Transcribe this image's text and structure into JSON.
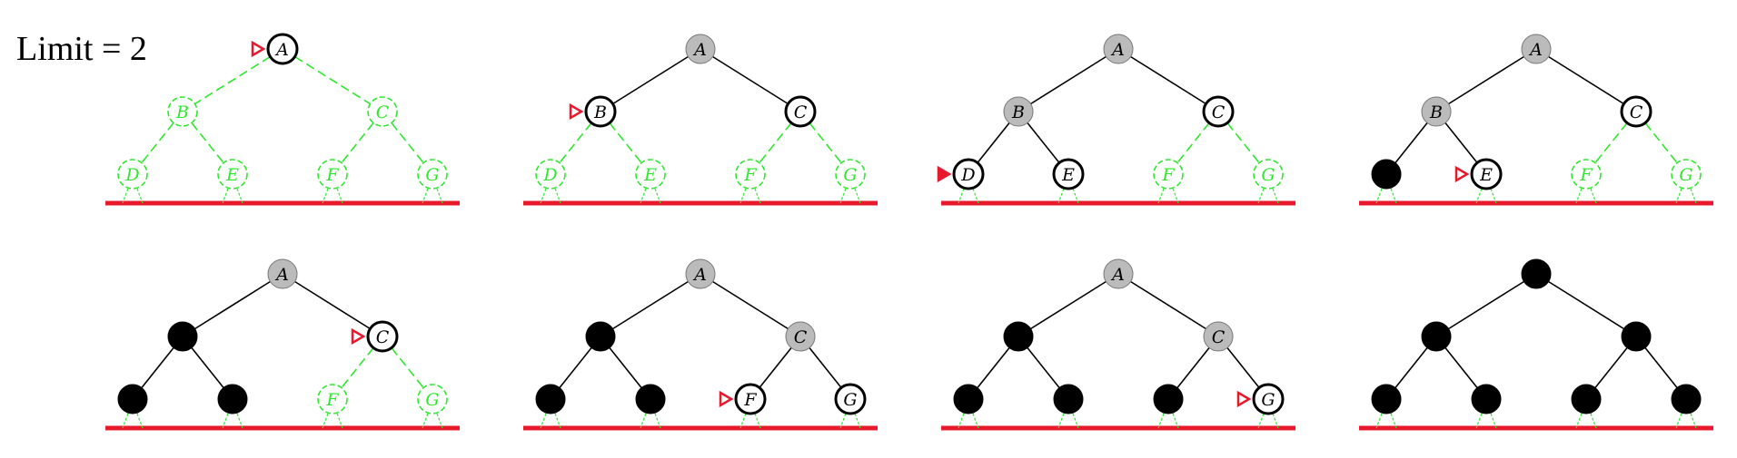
{
  "title": "Limit = 2",
  "colors": {
    "expanded": "#bbbbbb",
    "done": "#000000",
    "frontier": "#ffffff",
    "unseen": "#2ee82e",
    "edge": "#000000",
    "limit_line": "#e8192c",
    "pointer": "#e8192c"
  },
  "tree": {
    "nodes": [
      "A",
      "B",
      "C",
      "D",
      "E",
      "F",
      "G"
    ],
    "edges": [
      [
        "A",
        "B"
      ],
      [
        "A",
        "C"
      ],
      [
        "B",
        "D"
      ],
      [
        "B",
        "E"
      ],
      [
        "C",
        "F"
      ],
      [
        "C",
        "G"
      ]
    ]
  },
  "panels": [
    {
      "pointer": "A",
      "states": {
        "A": "frontier",
        "B": "unseen",
        "C": "unseen",
        "D": "unseen",
        "E": "unseen",
        "F": "unseen",
        "G": "unseen"
      }
    },
    {
      "pointer": "B",
      "states": {
        "A": "expanded",
        "B": "frontier",
        "C": "frontier",
        "D": "unseen",
        "E": "unseen",
        "F": "unseen",
        "G": "unseen"
      }
    },
    {
      "pointer": "D",
      "states": {
        "A": "expanded",
        "B": "expanded",
        "C": "frontier",
        "D": "frontier",
        "E": "frontier",
        "F": "unseen",
        "G": "unseen"
      }
    },
    {
      "pointer": "E",
      "states": {
        "A": "expanded",
        "B": "expanded",
        "C": "frontier",
        "D": "done",
        "E": "frontier",
        "F": "unseen",
        "G": "unseen"
      }
    },
    {
      "pointer": "C",
      "states": {
        "A": "expanded",
        "B": "done",
        "C": "frontier",
        "D": "done",
        "E": "done",
        "F": "unseen",
        "G": "unseen"
      }
    },
    {
      "pointer": "F",
      "states": {
        "A": "expanded",
        "B": "done",
        "C": "expanded",
        "D": "done",
        "E": "done",
        "F": "frontier",
        "G": "frontier"
      }
    },
    {
      "pointer": "G",
      "states": {
        "A": "expanded",
        "B": "done",
        "C": "expanded",
        "D": "done",
        "E": "done",
        "F": "done",
        "G": "frontier"
      }
    },
    {
      "pointer": null,
      "states": {
        "A": "done",
        "B": "done",
        "C": "done",
        "D": "done",
        "E": "done",
        "F": "done",
        "G": "done"
      }
    }
  ]
}
